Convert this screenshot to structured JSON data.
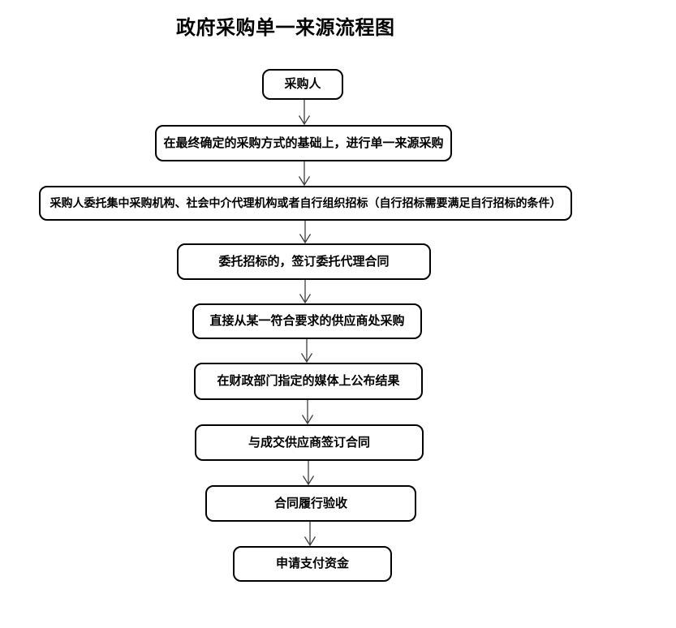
{
  "title": "政府采购单一来源流程图",
  "flowchart": {
    "nodes": [
      {
        "label": "采购人"
      },
      {
        "label": "在最终确定的采购方式的基础上，进行单一来源采购"
      },
      {
        "label": "采购人委托集中采购机构、社会中介代理机构或者自行组织招标（自行招标需要满足自行招标的条件）"
      },
      {
        "label": "委托招标的，签订委托代理合同"
      },
      {
        "label": "直接从某一符合要求的供应商处采购"
      },
      {
        "label": "在财政部门指定的媒体上公布结果"
      },
      {
        "label": "与成交供应商签订合同"
      },
      {
        "label": "合同履行验收"
      },
      {
        "label": "申请支付资金"
      }
    ]
  },
  "colors": {
    "background": "#ffffff",
    "node_border": "#000000",
    "text": "#000000",
    "connector": "#3f3f3f"
  }
}
